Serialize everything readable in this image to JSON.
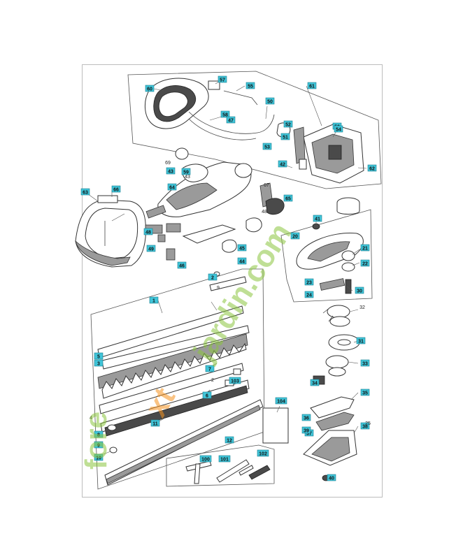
{
  "diagram": {
    "callouts": [
      {
        "id": "60"
      },
      {
        "id": "57"
      },
      {
        "id": "55"
      },
      {
        "id": "61"
      },
      {
        "id": "56"
      },
      {
        "id": "58"
      },
      {
        "id": "50"
      },
      {
        "id": "52"
      },
      {
        "id": "51"
      },
      {
        "id": "53"
      },
      {
        "id": "54"
      },
      {
        "id": "47"
      },
      {
        "id": "42"
      },
      {
        "id": "62"
      },
      {
        "id": "59"
      },
      {
        "id": "65"
      },
      {
        "id": "64"
      },
      {
        "id": "44"
      },
      {
        "id": "45"
      },
      {
        "id": "46"
      },
      {
        "id": "48"
      },
      {
        "id": "49"
      },
      {
        "id": "63"
      },
      {
        "id": "66"
      },
      {
        "id": "41"
      },
      {
        "id": "20"
      },
      {
        "id": "21"
      },
      {
        "id": "22"
      },
      {
        "id": "23"
      },
      {
        "id": "24"
      },
      {
        "id": "30"
      },
      {
        "id": "31"
      },
      {
        "id": "33"
      },
      {
        "id": "34"
      },
      {
        "id": "35"
      },
      {
        "id": "36"
      },
      {
        "id": "37"
      },
      {
        "id": "38"
      },
      {
        "id": "39"
      },
      {
        "id": "40"
      },
      {
        "id": "43"
      },
      {
        "id": "104"
      },
      {
        "id": "1"
      },
      {
        "id": "2"
      },
      {
        "id": "3"
      },
      {
        "id": "5"
      },
      {
        "id": "6"
      },
      {
        "id": "7"
      },
      {
        "id": "8"
      },
      {
        "id": "9"
      },
      {
        "id": "10"
      },
      {
        "id": "11"
      },
      {
        "id": "12"
      },
      {
        "id": "100"
      },
      {
        "id": "101"
      },
      {
        "id": "102"
      },
      {
        "id": "103"
      }
    ],
    "plain_labels": [
      {
        "id": "43"
      },
      {
        "id": "67"
      },
      {
        "id": "69"
      },
      {
        "id": "32"
      },
      {
        "id": "4"
      },
      {
        "id": "9"
      },
      {
        "id": "48"
      },
      {
        "id": "25"
      },
      {
        "id": "2"
      }
    ]
  },
  "watermark": {
    "text": "jardin.com",
    "brand_1": "fore",
    "brand_2": "xt",
    "colors": {
      "green": "#8cc63f",
      "orange": "#f7931e"
    }
  },
  "colors": {
    "callout_fill": "#40c4d8",
    "border": "#bdbdbd"
  }
}
